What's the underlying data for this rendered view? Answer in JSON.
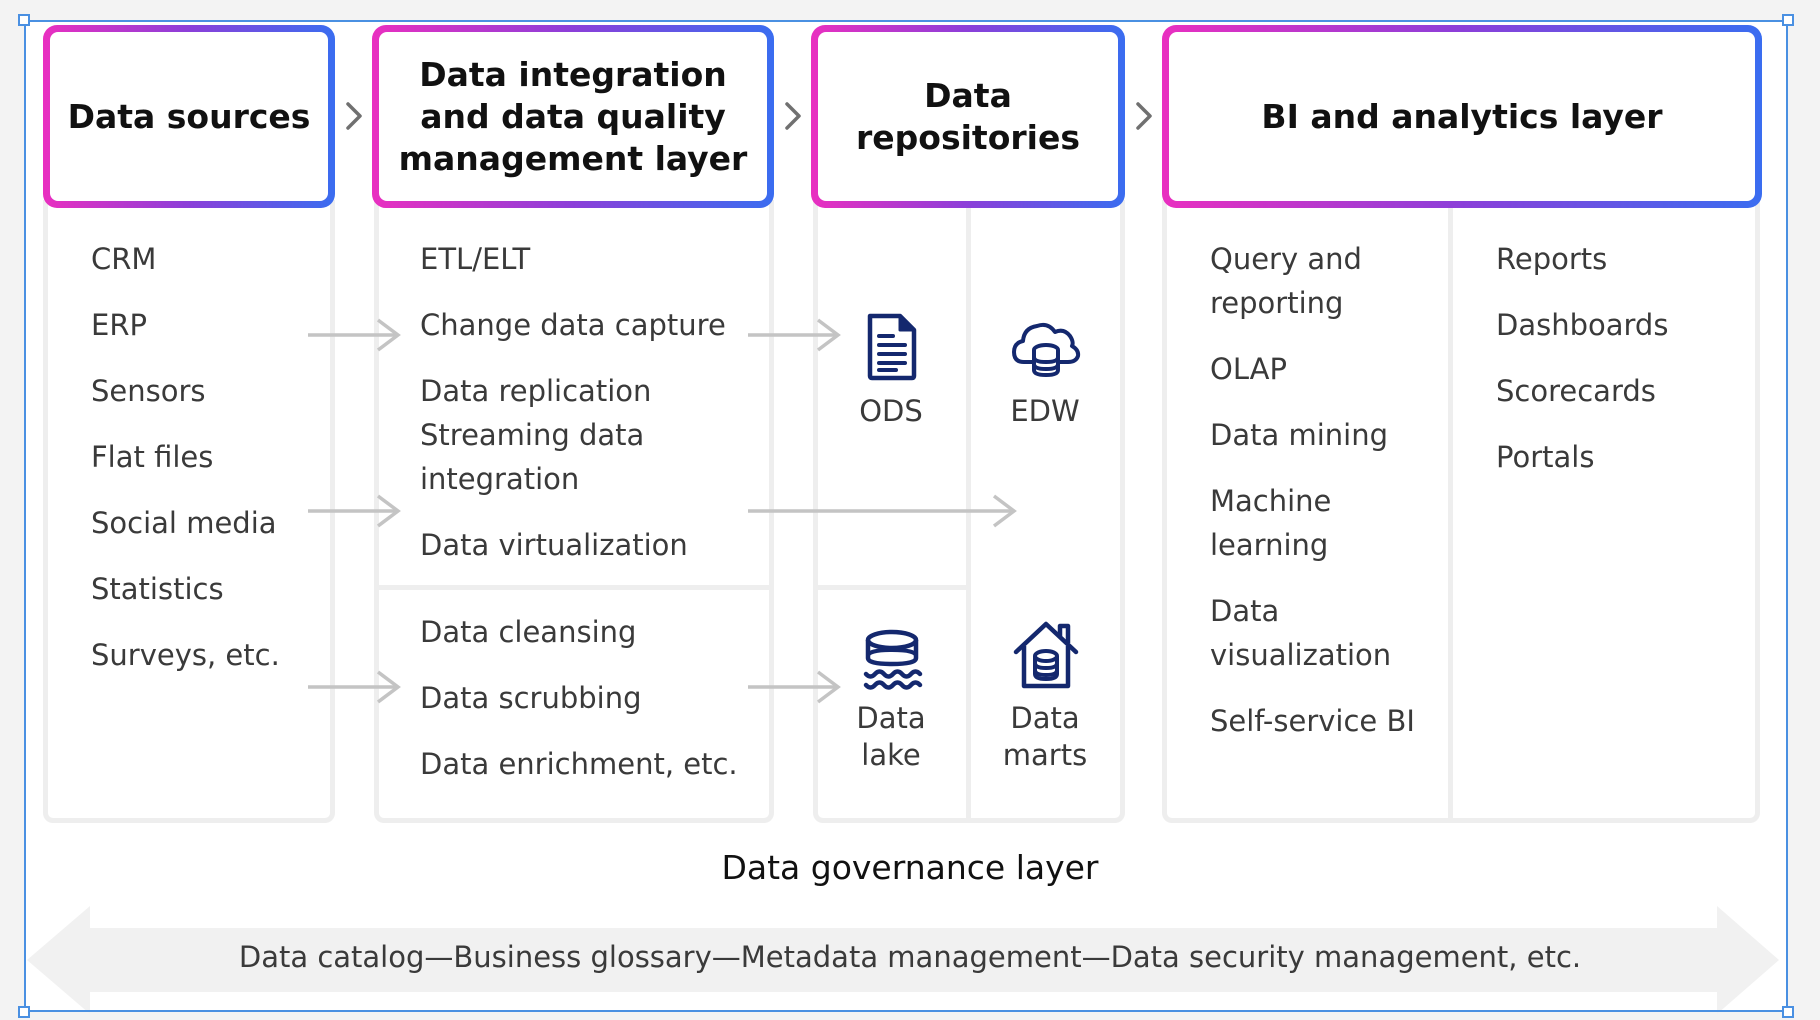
{
  "colors": {
    "header_gradient_start": "#e92fc0",
    "header_gradient_mid": "#8b3fd9",
    "header_gradient_end": "#3a6df0",
    "icon_navy": "#14286e",
    "arrow_gray": "#c4c4c4",
    "selection_blue": "#4a90e2"
  },
  "columns": [
    {
      "title": "Data sources",
      "items": [
        "CRM",
        "ERP",
        "Sensors",
        "Flat files",
        "Social media",
        "Statistics",
        "Surveys, etc."
      ]
    },
    {
      "title": "Data integration\nand data quality\nmanagement layer",
      "integration_items": [
        "ETL/ELT",
        "Change data capture",
        "Data replication",
        "Streaming data\nintegration",
        "Data virtualization"
      ],
      "quality_items": [
        "Data cleansing",
        "Data scrubbing",
        "Data enrichment, etc."
      ]
    },
    {
      "title": "Data\nrepositories",
      "repositories": [
        {
          "label": "ODS",
          "icon": "document-icon"
        },
        {
          "label": "EDW",
          "icon": "cloud-database-icon"
        },
        {
          "label": "Data\nlake",
          "icon": "database-water-icon"
        },
        {
          "label": "Data\nmarts",
          "icon": "house-database-icon"
        }
      ]
    },
    {
      "title": "BI and analytics layer",
      "techniques": [
        "Query and\nreporting",
        "OLAP",
        "Data mining",
        "Machine\nlearning",
        "Data\nvisualization",
        "Self-service BI"
      ],
      "outputs": [
        "Reports",
        "Dashboards",
        "Scorecards",
        "Portals"
      ]
    }
  ],
  "governance": {
    "title": "Data governance layer",
    "components": "Data catalog—Business glossary—Metadata management—Data security management, etc."
  }
}
